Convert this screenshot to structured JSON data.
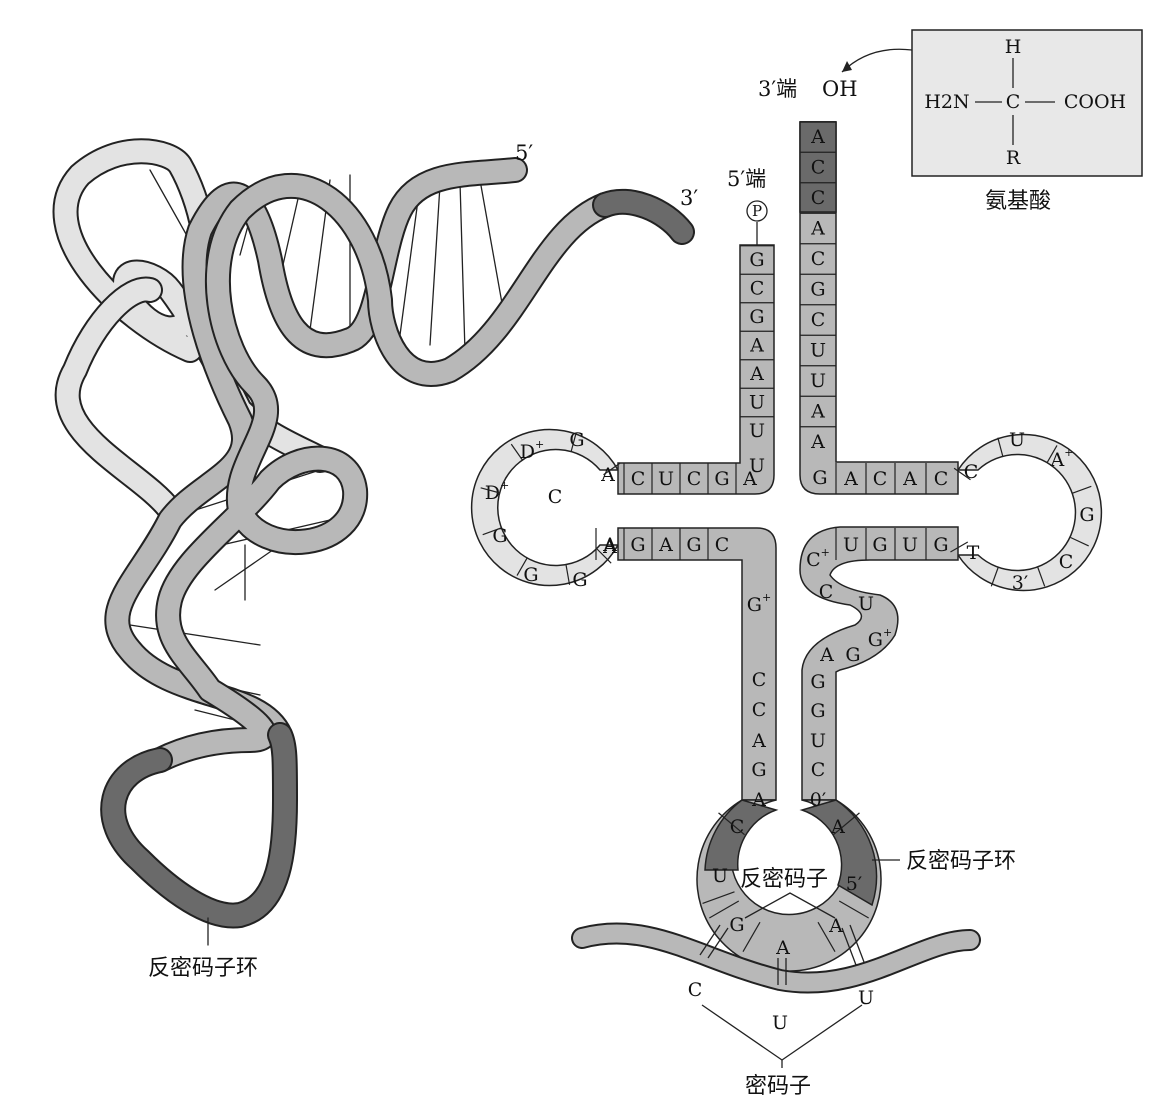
{
  "colors": {
    "light": "#e3e3e3",
    "mid": "#b8b8b8",
    "dark": "#6a6a6a",
    "line": "#2a2a2a"
  },
  "left": {
    "label_5p": "5′",
    "label_3p": "3′",
    "anticodon_loop_label": "反密码子环"
  },
  "right": {
    "end3_label": "3′端",
    "oh": "OH",
    "end5_label": "5′端",
    "phosphate": "P",
    "amino_acid": {
      "H": "H",
      "R": "R",
      "NH2": "H2N",
      "C": "C",
      "COOH": "COOH",
      "caption": "氨基酸"
    },
    "anticodon_loop_label": "反密码子环",
    "anticodon_center": "反密码子",
    "codon_label": "密码子",
    "codon_bases": [
      "C",
      "U",
      "U"
    ],
    "acceptor_3_arm": [
      "A",
      "C",
      "C",
      "A",
      "C",
      "G",
      "C",
      "U",
      "U",
      "A",
      "A",
      "G"
    ],
    "acceptor_5_arm": [
      "G",
      "C",
      "G",
      "A",
      "A",
      "U",
      "U",
      "U"
    ],
    "d_stem_top": [
      "C",
      "U",
      "C",
      "G",
      "A"
    ],
    "d_stem_bottom": [
      "A",
      "G",
      "A",
      "G",
      "C"
    ],
    "d_loop": [
      "A",
      "G",
      "D+",
      "D+",
      "G",
      "G",
      "G",
      "A"
    ],
    "d_loop_inner": "C",
    "t_stem_top": [
      "A",
      "C",
      "A",
      "C"
    ],
    "t_stem_bottom": [
      "U",
      "G",
      "U",
      "G"
    ],
    "t_loop": [
      "C",
      "U",
      "A+",
      "G",
      "C",
      "3′",
      "T"
    ],
    "anticodon_stem_left": [
      "G+",
      "C",
      "C",
      "A",
      "G",
      "A"
    ],
    "anticodon_stem_right": [
      "G",
      "G",
      "U",
      "C",
      "0′"
    ],
    "variable_loop": [
      "C+",
      "C",
      "U",
      "G+",
      "G",
      "A"
    ],
    "anticodon_loop": [
      "C",
      "U",
      "G",
      "A",
      "A",
      "5′",
      "A"
    ]
  }
}
